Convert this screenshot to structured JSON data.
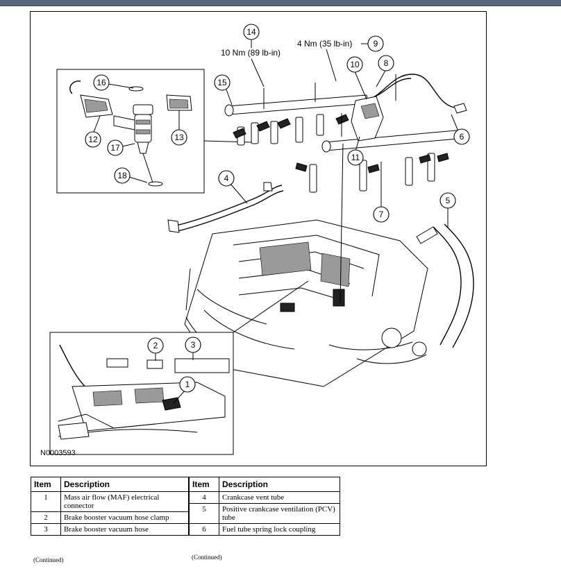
{
  "figure": {
    "id": "N0003593",
    "torque_1": "10 Nm (89 lb-in)",
    "torque_2": "4 Nm (35 lb-in)",
    "callouts": {
      "c1": "1",
      "c2": "2",
      "c3": "3",
      "c4": "4",
      "c5": "5",
      "c6": "6",
      "c7": "7",
      "c8": "8",
      "c9": "9",
      "c10": "10",
      "c11": "11",
      "c12": "12",
      "c13": "13",
      "c14": "14",
      "c15": "15",
      "c16": "16",
      "c17": "17",
      "c18": "18"
    }
  },
  "legend_left": {
    "header_item": "Item",
    "header_desc": "Description",
    "rows": [
      {
        "item": "1",
        "desc": "Mass air flow (MAF) electrical connector"
      },
      {
        "item": "2",
        "desc": "Brake booster vacuum hose clamp"
      },
      {
        "item": "3",
        "desc": "Brake booster vacuum hose"
      }
    ],
    "continued": "(Continued)"
  },
  "legend_right": {
    "header_item": "Item",
    "header_desc": "Description",
    "rows": [
      {
        "item": "4",
        "desc": "Crankcase vent tube"
      },
      {
        "item": "5",
        "desc": "Positive crankcase ventilation (PCV) tube"
      },
      {
        "item": "6",
        "desc": "Fuel tube spring lock coupling"
      }
    ],
    "continued": "(Continued)"
  }
}
